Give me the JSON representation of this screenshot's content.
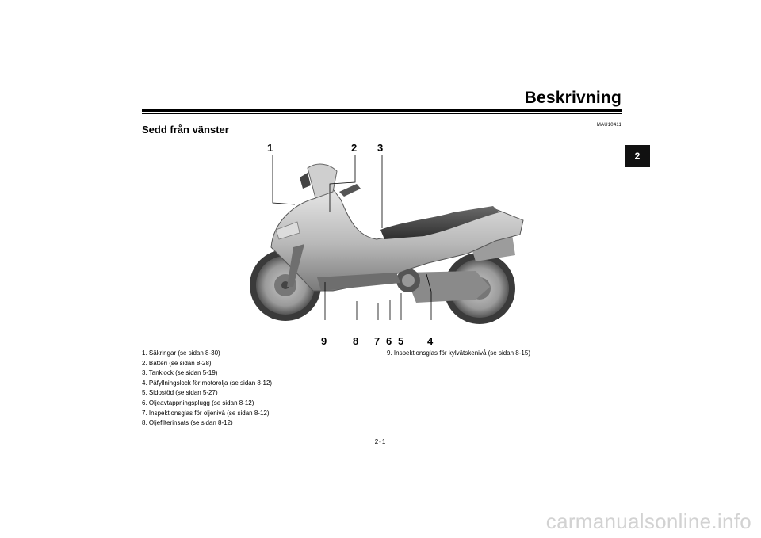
{
  "header": {
    "title": "Beskrivning"
  },
  "section": {
    "heading": "Sedd från vänster",
    "code": "MAU10411"
  },
  "chapter_tab": "2",
  "figure": {
    "callouts": [
      "1",
      "2",
      "3",
      "4",
      "5",
      "6",
      "7",
      "8",
      "9"
    ]
  },
  "legend": [
    {
      "label": "1. Säkringar (se sidan 8-30)"
    },
    {
      "label": "2. Batteri (se sidan 8-28)"
    },
    {
      "label": "3. Tanklock (se sidan 5-19)"
    },
    {
      "label": "4. Påfyllningslock för motorolja (se sidan 8-12)"
    },
    {
      "label": "5. Sidostöd (se sidan 5-27)"
    },
    {
      "label": "6. Oljeavtappningsplugg (se sidan 8-12)"
    },
    {
      "label": "7. Inspektionsglas för oljenivå (se sidan 8-12)"
    },
    {
      "label": "8. Oljefilterinsats (se sidan 8-12)"
    },
    {
      "label": "9. Inspektionsglas för kylvätskenivå (se sidan 8-15)"
    }
  ],
  "footer": {
    "page_number": "2-1"
  },
  "watermark": "carmanualsonline.info"
}
